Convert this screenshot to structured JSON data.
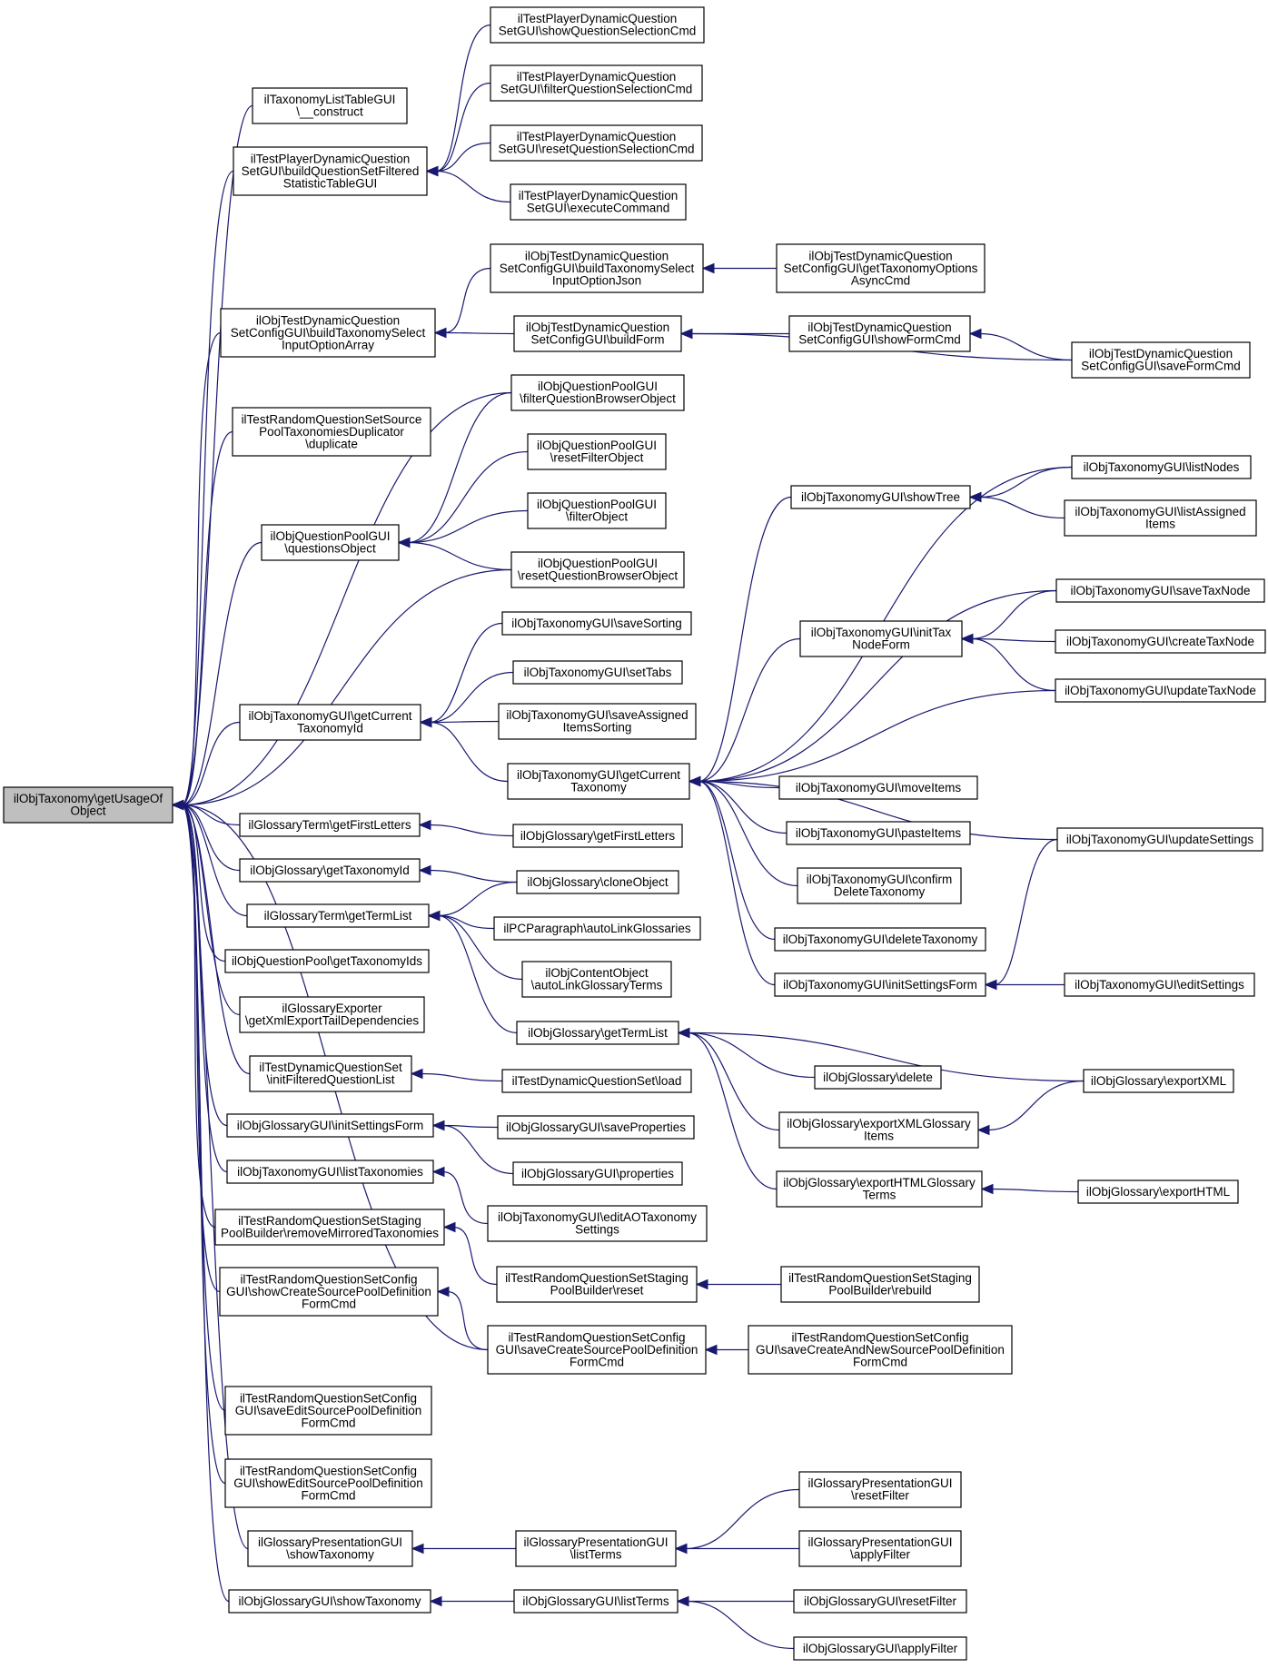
{
  "nodes": [
    {
      "id": "root",
      "lines": [
        "ilObjTaxonomy\\getUsageOf",
        "Object"
      ],
      "root": true
    },
    {
      "id": "c01",
      "lines": [
        "ilTaxonomyListTableGUI",
        "\\__construct"
      ]
    },
    {
      "id": "c02",
      "lines": [
        "ilTestPlayerDynamicQuestion",
        "SetGUI\\buildQuestionSetFiltered",
        "StatisticTableGUI"
      ]
    },
    {
      "id": "c03",
      "lines": [
        "ilObjTestDynamicQuestion",
        "SetConfigGUI\\buildTaxonomySelect",
        "InputOptionArray"
      ]
    },
    {
      "id": "c04",
      "lines": [
        "ilTestRandomQuestionSetSource",
        "PoolTaxonomiesDuplicator",
        "\\duplicate"
      ]
    },
    {
      "id": "c05",
      "lines": [
        "ilObjQuestionPoolGUI",
        "\\questionsObject"
      ]
    },
    {
      "id": "c06",
      "lines": [
        "ilObjTaxonomyGUI\\getCurrent",
        "TaxonomyId"
      ]
    },
    {
      "id": "c07",
      "lines": [
        "ilGlossaryTerm\\getFirstLetters"
      ]
    },
    {
      "id": "c08",
      "lines": [
        "ilObjGlossary\\getTaxonomyId"
      ]
    },
    {
      "id": "c09",
      "lines": [
        "ilGlossaryTerm\\getTermList"
      ]
    },
    {
      "id": "c10",
      "lines": [
        "ilObjQuestionPool\\getTaxonomyIds"
      ]
    },
    {
      "id": "c11",
      "lines": [
        "ilGlossaryExporter",
        "\\getXmlExportTailDependencies"
      ]
    },
    {
      "id": "c12",
      "lines": [
        "ilTestDynamicQuestionSet",
        "\\initFilteredQuestionList"
      ]
    },
    {
      "id": "c13",
      "lines": [
        "ilObjGlossaryGUI\\initSettingsForm"
      ]
    },
    {
      "id": "c14",
      "lines": [
        "ilObjTaxonomyGUI\\listTaxonomies"
      ]
    },
    {
      "id": "c15",
      "lines": [
        "ilTestRandomQuestionSetStaging",
        "PoolBuilder\\removeMirroredTaxonomies"
      ]
    },
    {
      "id": "c16",
      "lines": [
        "ilTestRandomQuestionSetConfig",
        "GUI\\showCreateSourcePoolDefinition",
        "FormCmd"
      ]
    },
    {
      "id": "c17",
      "lines": [
        "ilTestRandomQuestionSetConfig",
        "GUI\\saveEditSourcePoolDefinition",
        "FormCmd"
      ]
    },
    {
      "id": "c18",
      "lines": [
        "ilTestRandomQuestionSetConfig",
        "GUI\\showEditSourcePoolDefinition",
        "FormCmd"
      ]
    },
    {
      "id": "c19",
      "lines": [
        "ilGlossaryPresentationGUI",
        "\\showTaxonomy"
      ]
    },
    {
      "id": "c20",
      "lines": [
        "ilObjGlossaryGUI\\showTaxonomy"
      ]
    },
    {
      "id": "d01",
      "lines": [
        "ilTestPlayerDynamicQuestion",
        "SetGUI\\showQuestionSelectionCmd"
      ]
    },
    {
      "id": "d02",
      "lines": [
        "ilTestPlayerDynamicQuestion",
        "SetGUI\\filterQuestionSelectionCmd"
      ]
    },
    {
      "id": "d03",
      "lines": [
        "ilTestPlayerDynamicQuestion",
        "SetGUI\\resetQuestionSelectionCmd"
      ]
    },
    {
      "id": "d04",
      "lines": [
        "ilTestPlayerDynamicQuestion",
        "SetGUI\\executeCommand"
      ]
    },
    {
      "id": "d05",
      "lines": [
        "ilObjTestDynamicQuestion",
        "SetConfigGUI\\buildTaxonomySelect",
        "InputOptionJson"
      ]
    },
    {
      "id": "d06",
      "lines": [
        "ilObjTestDynamicQuestion",
        "SetConfigGUI\\buildForm"
      ]
    },
    {
      "id": "d07",
      "lines": [
        "ilObjQuestionPoolGUI",
        "\\filterQuestionBrowserObject"
      ]
    },
    {
      "id": "d08",
      "lines": [
        "ilObjQuestionPoolGUI",
        "\\resetFilterObject"
      ]
    },
    {
      "id": "d09",
      "lines": [
        "ilObjQuestionPoolGUI",
        "\\filterObject"
      ]
    },
    {
      "id": "d10",
      "lines": [
        "ilObjQuestionPoolGUI",
        "\\resetQuestionBrowserObject"
      ]
    },
    {
      "id": "d11",
      "lines": [
        "ilObjTaxonomyGUI\\saveSorting"
      ]
    },
    {
      "id": "d12",
      "lines": [
        "ilObjTaxonomyGUI\\setTabs"
      ]
    },
    {
      "id": "d13",
      "lines": [
        "ilObjTaxonomyGUI\\saveAssigned",
        "ItemsSorting"
      ]
    },
    {
      "id": "d14",
      "lines": [
        "ilObjTaxonomyGUI\\getCurrent",
        "Taxonomy"
      ]
    },
    {
      "id": "d15",
      "lines": [
        "ilObjGlossary\\getFirstLetters"
      ]
    },
    {
      "id": "d16",
      "lines": [
        "ilObjGlossary\\cloneObject"
      ]
    },
    {
      "id": "d17",
      "lines": [
        "ilPCParagraph\\autoLinkGlossaries"
      ]
    },
    {
      "id": "d18",
      "lines": [
        "ilObjContentObject",
        "\\autoLinkGlossaryTerms"
      ]
    },
    {
      "id": "d19",
      "lines": [
        "ilObjGlossary\\getTermList"
      ]
    },
    {
      "id": "d20",
      "lines": [
        "ilTestDynamicQuestionSet\\load"
      ]
    },
    {
      "id": "d21",
      "lines": [
        "ilObjGlossaryGUI\\saveProperties"
      ]
    },
    {
      "id": "d22",
      "lines": [
        "ilObjGlossaryGUI\\properties"
      ]
    },
    {
      "id": "d23",
      "lines": [
        "ilObjTaxonomyGUI\\editAOTaxonomy",
        "Settings"
      ]
    },
    {
      "id": "d24",
      "lines": [
        "ilTestRandomQuestionSetStaging",
        "PoolBuilder\\reset"
      ]
    },
    {
      "id": "d25",
      "lines": [
        "ilTestRandomQuestionSetConfig",
        "GUI\\saveCreateSourcePoolDefinition",
        "FormCmd"
      ]
    },
    {
      "id": "d26",
      "lines": [
        "ilGlossaryPresentationGUI",
        "\\listTerms"
      ]
    },
    {
      "id": "d27",
      "lines": [
        "ilObjGlossaryGUI\\listTerms"
      ]
    },
    {
      "id": "e01",
      "lines": [
        "ilObjTestDynamicQuestion",
        "SetConfigGUI\\getTaxonomyOptions",
        "AsyncCmd"
      ]
    },
    {
      "id": "e02",
      "lines": [
        "ilObjTestDynamicQuestion",
        "SetConfigGUI\\showFormCmd"
      ]
    },
    {
      "id": "e03",
      "lines": [
        "ilObjTaxonomyGUI\\showTree"
      ]
    },
    {
      "id": "e04",
      "lines": [
        "ilObjTaxonomyGUI\\initTax",
        "NodeForm"
      ]
    },
    {
      "id": "e05",
      "lines": [
        "ilObjTaxonomyGUI\\moveItems"
      ]
    },
    {
      "id": "e06",
      "lines": [
        "ilObjTaxonomyGUI\\pasteItems"
      ]
    },
    {
      "id": "e07",
      "lines": [
        "ilObjTaxonomyGUI\\confirm",
        "DeleteTaxonomy"
      ]
    },
    {
      "id": "e08",
      "lines": [
        "ilObjTaxonomyGUI\\deleteTaxonomy"
      ]
    },
    {
      "id": "e09",
      "lines": [
        "ilObjTaxonomyGUI\\initSettingsForm"
      ]
    },
    {
      "id": "e10",
      "lines": [
        "ilObjGlossary\\delete"
      ]
    },
    {
      "id": "e11",
      "lines": [
        "ilObjGlossary\\exportXMLGlossary",
        "Items"
      ]
    },
    {
      "id": "e12",
      "lines": [
        "ilObjGlossary\\exportHTMLGlossary",
        "Terms"
      ]
    },
    {
      "id": "e13",
      "lines": [
        "ilTestRandomQuestionSetStaging",
        "PoolBuilder\\rebuild"
      ]
    },
    {
      "id": "e14",
      "lines": [
        "ilTestRandomQuestionSetConfig",
        "GUI\\saveCreateAndNewSourcePoolDefinition",
        "FormCmd"
      ]
    },
    {
      "id": "e15",
      "lines": [
        "ilGlossaryPresentationGUI",
        "\\resetFilter"
      ]
    },
    {
      "id": "e16",
      "lines": [
        "ilGlossaryPresentationGUI",
        "\\applyFilter"
      ]
    },
    {
      "id": "e17",
      "lines": [
        "ilObjGlossaryGUI\\resetFilter"
      ]
    },
    {
      "id": "e18",
      "lines": [
        "ilObjGlossaryGUI\\applyFilter"
      ]
    },
    {
      "id": "f01",
      "lines": [
        "ilObjTestDynamicQuestion",
        "SetConfigGUI\\saveFormCmd"
      ]
    },
    {
      "id": "f02",
      "lines": [
        "ilObjTaxonomyGUI\\listNodes"
      ]
    },
    {
      "id": "f03",
      "lines": [
        "ilObjTaxonomyGUI\\listAssigned",
        "Items"
      ]
    },
    {
      "id": "f04",
      "lines": [
        "ilObjTaxonomyGUI\\saveTaxNode"
      ]
    },
    {
      "id": "f05",
      "lines": [
        "ilObjTaxonomyGUI\\createTaxNode"
      ]
    },
    {
      "id": "f06",
      "lines": [
        "ilObjTaxonomyGUI\\updateTaxNode"
      ]
    },
    {
      "id": "f07",
      "lines": [
        "ilObjTaxonomyGUI\\updateSettings"
      ]
    },
    {
      "id": "f08",
      "lines": [
        "ilObjTaxonomyGUI\\editSettings"
      ]
    },
    {
      "id": "f09",
      "lines": [
        "ilObjGlossary\\exportXML"
      ]
    },
    {
      "id": "f10",
      "lines": [
        "ilObjGlossary\\exportHTML"
      ]
    }
  ],
  "edges": [
    [
      "root",
      "c01"
    ],
    [
      "root",
      "c02"
    ],
    [
      "root",
      "c03"
    ],
    [
      "root",
      "c04"
    ],
    [
      "root",
      "c05"
    ],
    [
      "root",
      "c06"
    ],
    [
      "root",
      "c07"
    ],
    [
      "root",
      "c08"
    ],
    [
      "root",
      "c09"
    ],
    [
      "root",
      "c10"
    ],
    [
      "root",
      "c11"
    ],
    [
      "root",
      "c12"
    ],
    [
      "root",
      "c13"
    ],
    [
      "root",
      "c14"
    ],
    [
      "root",
      "c15"
    ],
    [
      "root",
      "c16"
    ],
    [
      "root",
      "c17"
    ],
    [
      "root",
      "c18"
    ],
    [
      "root",
      "c19"
    ],
    [
      "root",
      "c20"
    ],
    [
      "root",
      "d07"
    ],
    [
      "root",
      "d10"
    ],
    [
      "root",
      "d25"
    ],
    [
      "c02",
      "d01"
    ],
    [
      "c02",
      "d02"
    ],
    [
      "c02",
      "d03"
    ],
    [
      "c02",
      "d04"
    ],
    [
      "c03",
      "d05"
    ],
    [
      "c03",
      "d06"
    ],
    [
      "c05",
      "d07"
    ],
    [
      "c05",
      "d08"
    ],
    [
      "c05",
      "d09"
    ],
    [
      "c05",
      "d10"
    ],
    [
      "c06",
      "d11"
    ],
    [
      "c06",
      "d12"
    ],
    [
      "c06",
      "d13"
    ],
    [
      "c06",
      "d14"
    ],
    [
      "c07",
      "d15"
    ],
    [
      "c08",
      "d16"
    ],
    [
      "c09",
      "d16"
    ],
    [
      "c09",
      "d17"
    ],
    [
      "c09",
      "d18"
    ],
    [
      "c09",
      "d19"
    ],
    [
      "c12",
      "d20"
    ],
    [
      "c13",
      "d21"
    ],
    [
      "c13",
      "d22"
    ],
    [
      "c14",
      "d23"
    ],
    [
      "c15",
      "d24"
    ],
    [
      "c16",
      "d25"
    ],
    [
      "c19",
      "d26"
    ],
    [
      "c20",
      "d27"
    ],
    [
      "d05",
      "e01"
    ],
    [
      "d06",
      "e02"
    ],
    [
      "d06",
      "f01"
    ],
    [
      "d14",
      "e03"
    ],
    [
      "d14",
      "e04"
    ],
    [
      "d14",
      "e05"
    ],
    [
      "d14",
      "e06"
    ],
    [
      "d14",
      "e07"
    ],
    [
      "d14",
      "e08"
    ],
    [
      "d14",
      "e09"
    ],
    [
      "d14",
      "f02"
    ],
    [
      "d14",
      "f04"
    ],
    [
      "d14",
      "f06"
    ],
    [
      "d14",
      "f07"
    ],
    [
      "d19",
      "e10"
    ],
    [
      "d19",
      "e11"
    ],
    [
      "d19",
      "e12"
    ],
    [
      "d19",
      "f09"
    ],
    [
      "d24",
      "e13"
    ],
    [
      "d25",
      "e14"
    ],
    [
      "d26",
      "e15"
    ],
    [
      "d26",
      "e16"
    ],
    [
      "d27",
      "e17"
    ],
    [
      "d27",
      "e18"
    ],
    [
      "e02",
      "f01"
    ],
    [
      "e03",
      "f02"
    ],
    [
      "e03",
      "f03"
    ],
    [
      "e04",
      "f04"
    ],
    [
      "e04",
      "f05"
    ],
    [
      "e04",
      "f06"
    ],
    [
      "e09",
      "f07"
    ],
    [
      "e09",
      "f08"
    ],
    [
      "e11",
      "f09"
    ],
    [
      "e12",
      "f10"
    ]
  ]
}
